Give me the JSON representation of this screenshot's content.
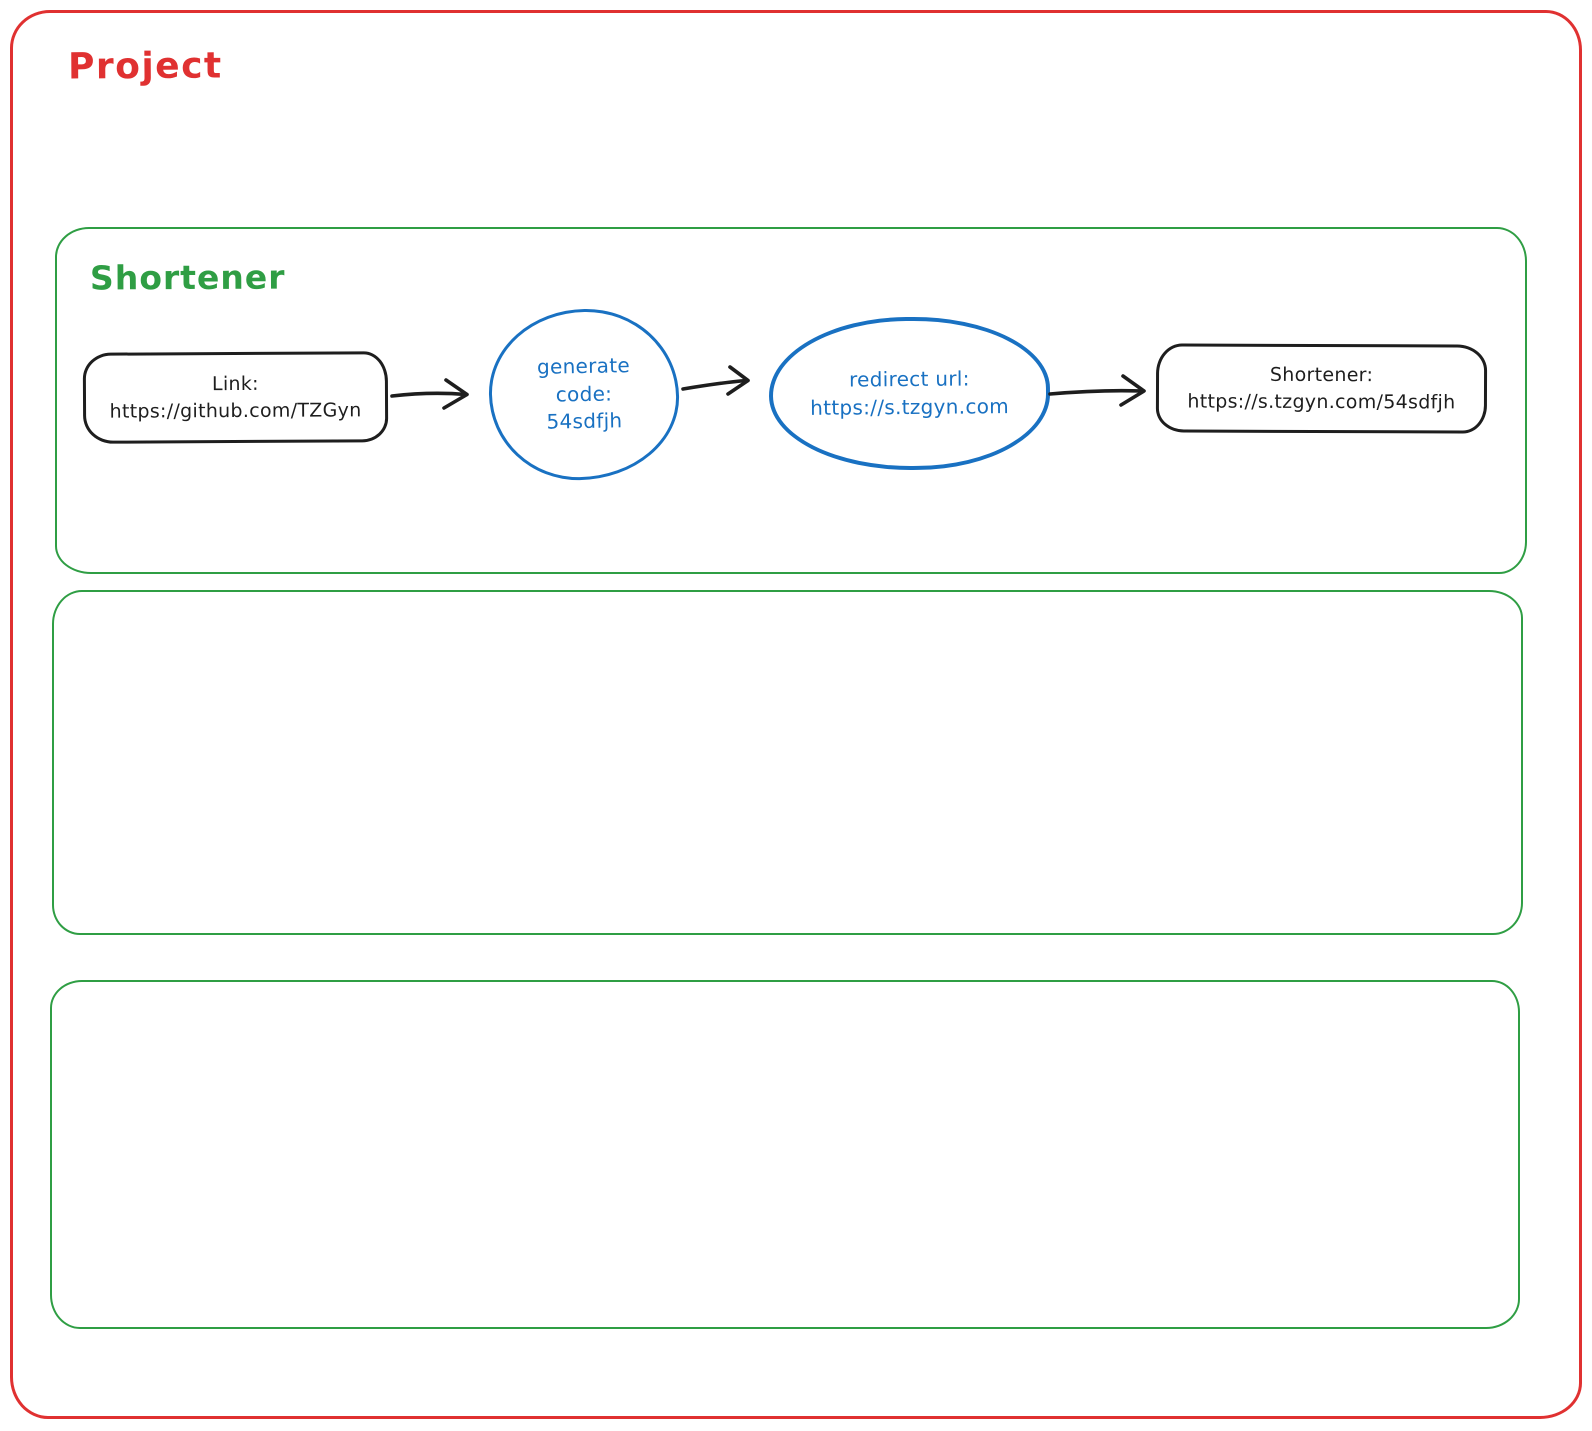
{
  "colors": {
    "red": "#e03131",
    "green": "#2f9e44",
    "blue": "#1971c2",
    "black": "#1e1e1e"
  },
  "frame": {
    "label": "Project"
  },
  "shortener": {
    "label": "Shortener",
    "link_node": {
      "line1": "Link:",
      "line2": "https://github.com/TZGyn"
    },
    "generate_node": {
      "line1": "generate",
      "line2": "code:",
      "line3": "54sdfjh"
    },
    "redirect_node": {
      "line1": "redirect url:",
      "line2": "https://s.tzgyn.com"
    },
    "result_node": {
      "line1": "Shortener:",
      "line2": "https://s.tzgyn.com/54sdfjh"
    }
  }
}
